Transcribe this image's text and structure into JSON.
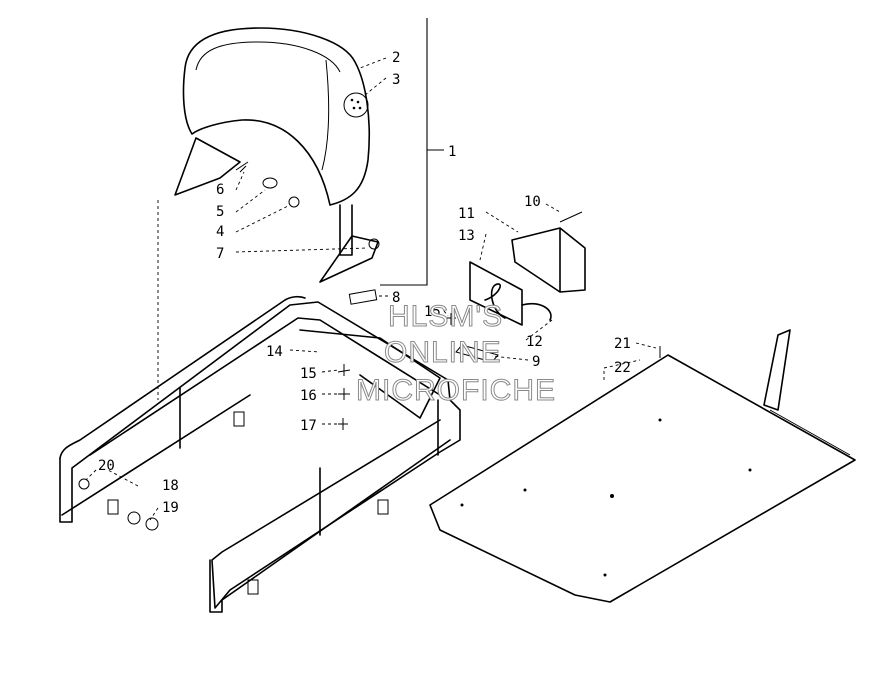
{
  "diagram": {
    "callouts": {
      "c1": "1",
      "c2": "2",
      "c3": "3",
      "c4": "4",
      "c5": "5",
      "c6": "6",
      "c7": "7",
      "c8": "8",
      "c9": "9",
      "c10": "10",
      "c11": "11",
      "c12": "12",
      "c13": "13",
      "c14": "14",
      "c15a": "15",
      "c15b": "15",
      "c16": "16",
      "c17": "17",
      "c18": "18",
      "c19": "19",
      "c20": "20",
      "c21": "21",
      "c22": "22"
    },
    "watermark": {
      "line1": "HLSM'S",
      "line2": "ONLINE",
      "line3": "MICROFICHE"
    }
  }
}
